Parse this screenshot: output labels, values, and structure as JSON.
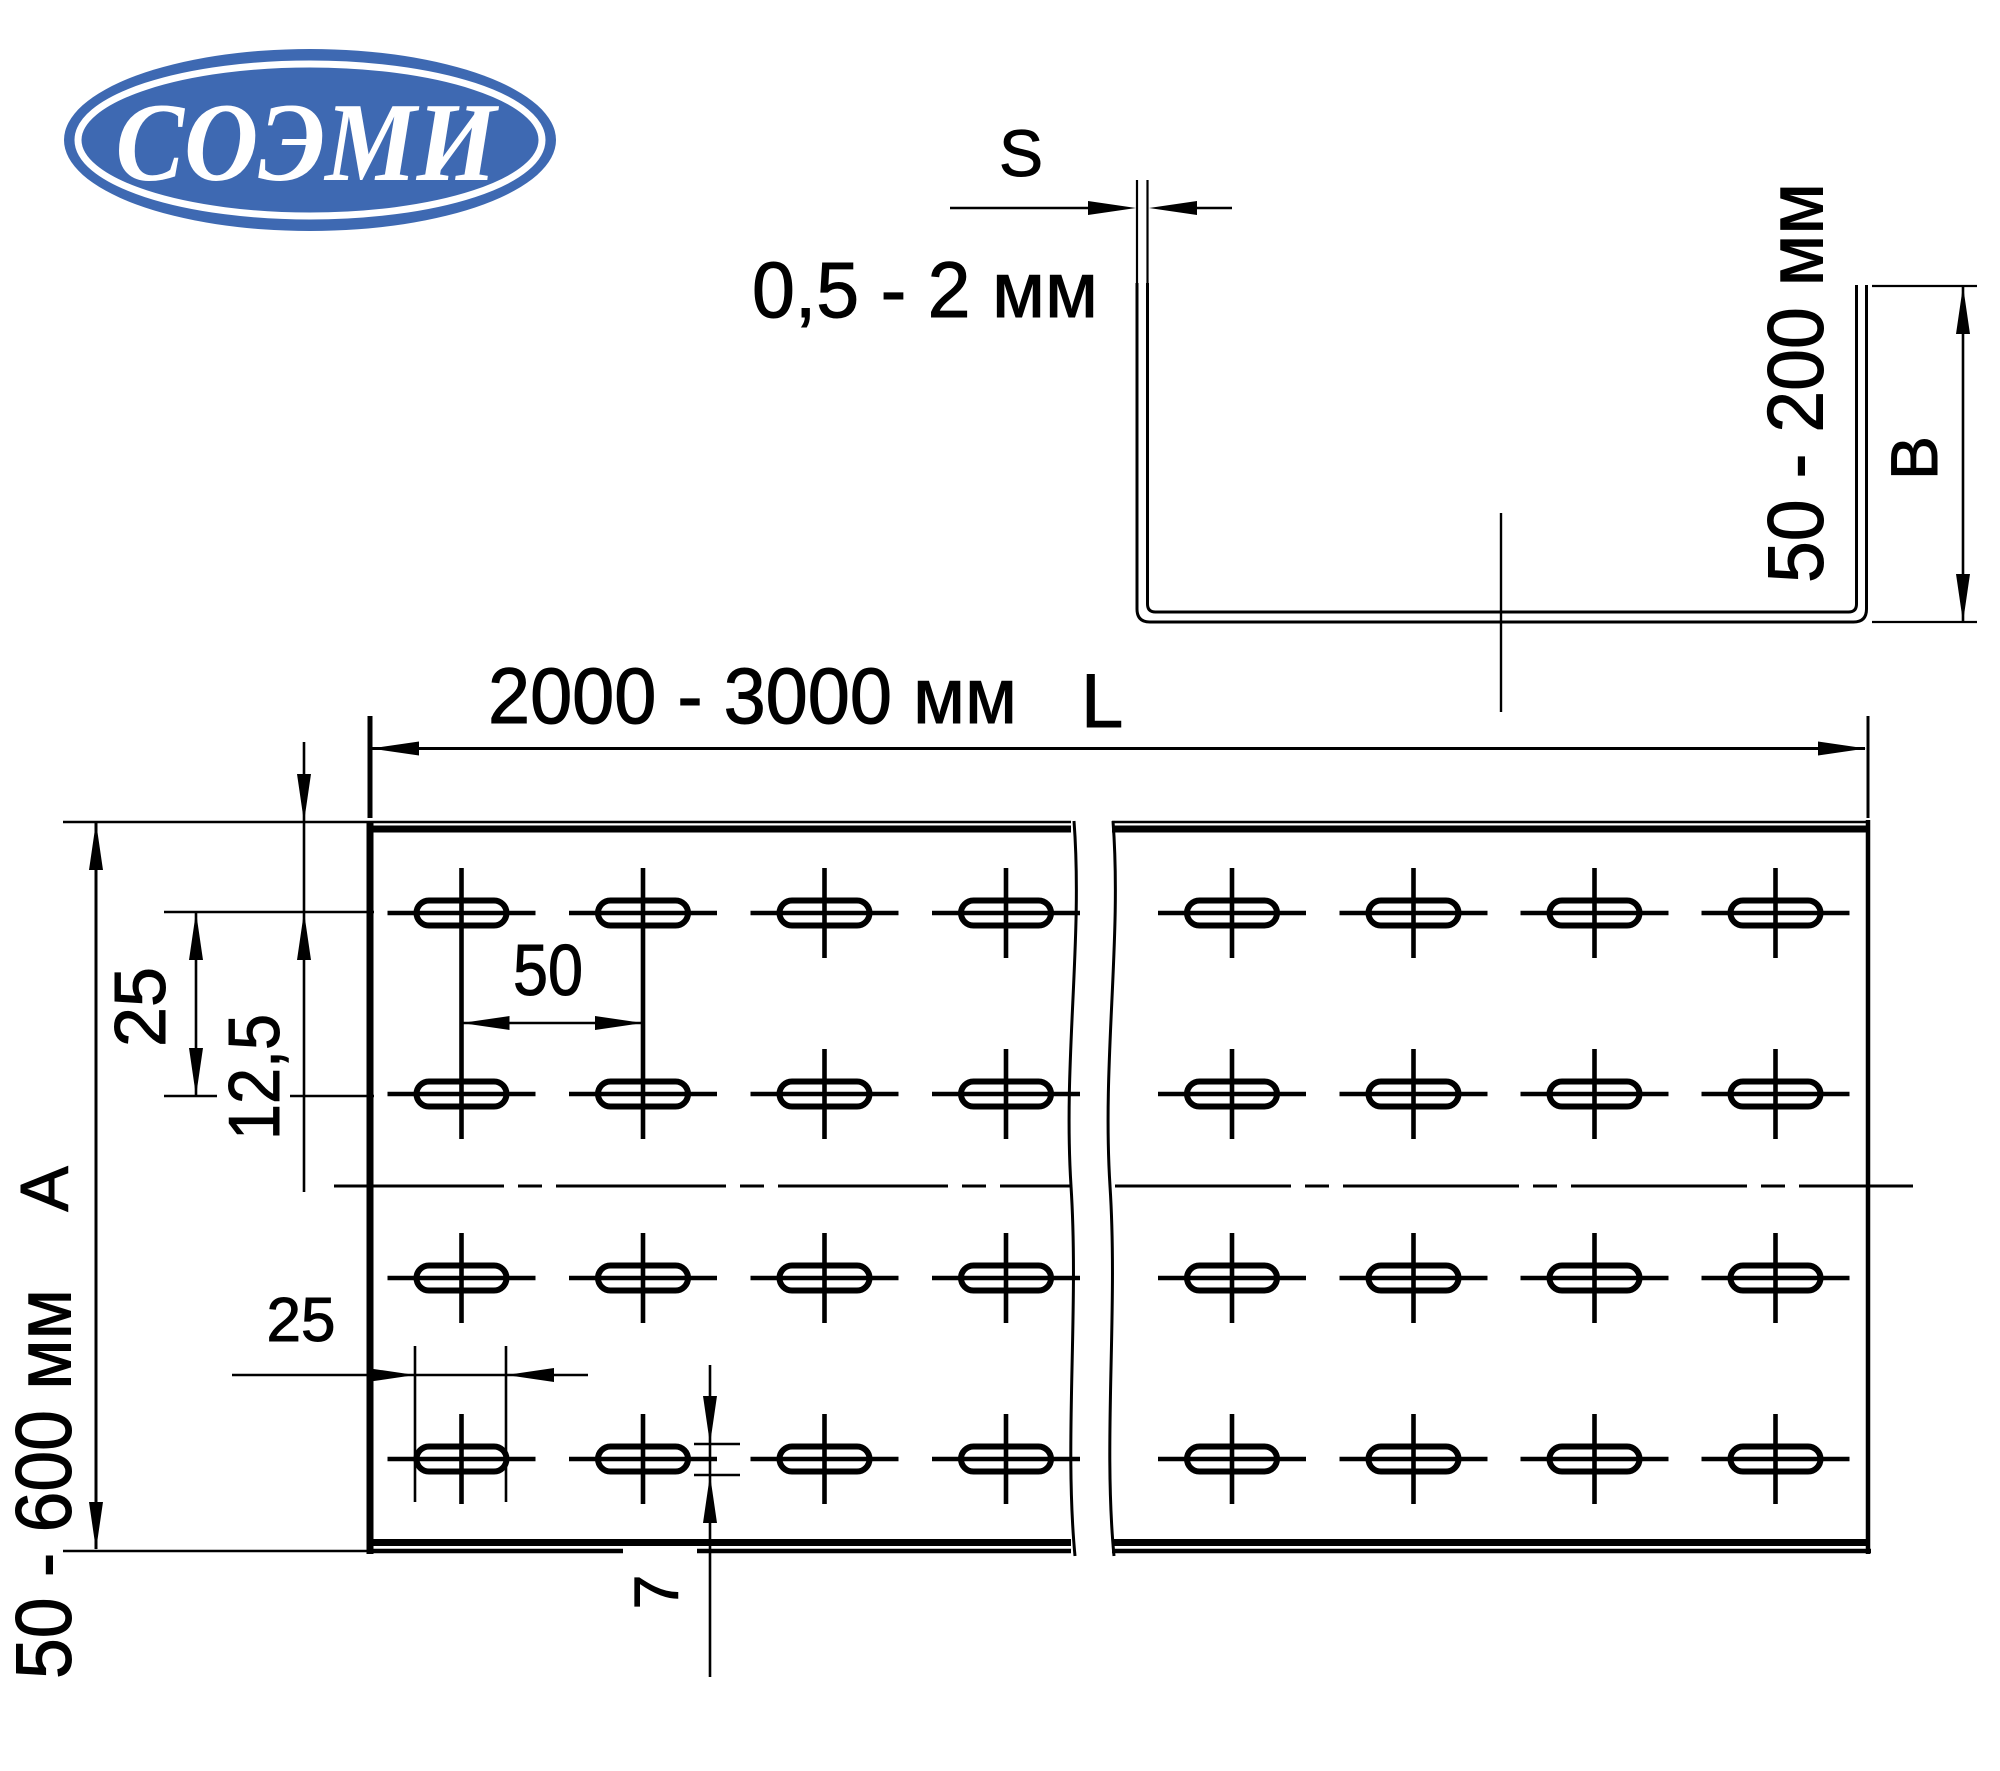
{
  "page": {
    "background": "#ffffff",
    "line_color": "#000000"
  },
  "logo": {
    "text": "СОЭМИ",
    "ellipse_color": "#3e69b2",
    "text_color": "#ffffff"
  },
  "profile_view": {
    "thickness_symbol": "S",
    "thickness_range": "0,5 - 2 мм",
    "side_height_range": "50 - 200 мм",
    "side_height_symbol": "B"
  },
  "plan_view": {
    "length_range": "2000 - 3000 мм",
    "length_symbol": "L",
    "width_range": "50 - 600 мм",
    "width_symbol": "A",
    "row_pitch": "25",
    "edge_to_first_row": "12,5",
    "slot_column_pitch": "50",
    "slot_length": "25",
    "slot_height": "7"
  }
}
